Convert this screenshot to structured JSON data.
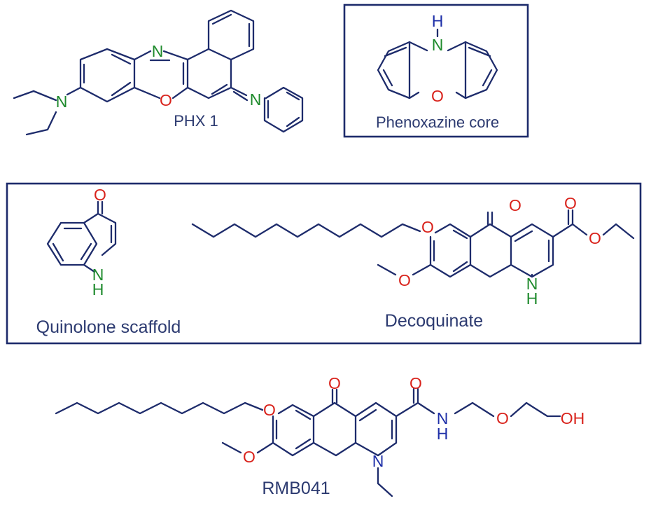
{
  "colors": {
    "bond": "#1d2b6b",
    "frame": "#1d2b6b",
    "nitrogen_ring": "#1e8a2c",
    "nitrogen_amide": "#1e2fa8",
    "oxygen": "#d9231c",
    "hydrogen": "#1e2fa8",
    "caption": "#2c3a70"
  },
  "atoms": {
    "N": "N",
    "O": "O",
    "H": "H",
    "OH": "OH"
  },
  "captions": {
    "phx1": "PHX 1",
    "phenoxazine_core": "Phenoxazine core",
    "quinolone_scaffold": "Quinolone scaffold",
    "decoquinate": "Decoquinate",
    "rmb041": "RMB041"
  }
}
